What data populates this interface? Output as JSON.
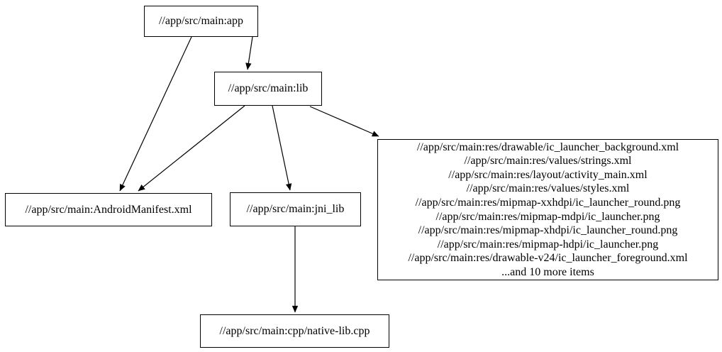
{
  "diagram": {
    "kind": "build-dependency-graph",
    "colors": {
      "background": "#ffffff",
      "node_fill": "#ffffff",
      "node_border": "#000000",
      "edge": "#000000",
      "text": "#000000"
    },
    "nodes": {
      "app": {
        "label": "//app/src/main:app"
      },
      "lib": {
        "label": "//app/src/main:lib"
      },
      "android_manifest": {
        "label": "//app/src/main:AndroidManifest.xml"
      },
      "jni_lib": {
        "label": "//app/src/main:jni_lib"
      },
      "resources": {
        "lines": [
          "//app/src/main:res/drawable/ic_launcher_background.xml",
          "//app/src/main:res/values/strings.xml",
          "//app/src/main:res/layout/activity_main.xml",
          "//app/src/main:res/values/styles.xml",
          "//app/src/main:res/mipmap-xxhdpi/ic_launcher_round.png",
          "//app/src/main:res/mipmap-mdpi/ic_launcher.png",
          "//app/src/main:res/mipmap-xhdpi/ic_launcher_round.png",
          "//app/src/main:res/mipmap-hdpi/ic_launcher.png",
          "//app/src/main:res/drawable-v24/ic_launcher_foreground.xml",
          "...and 10 more items"
        ]
      },
      "native_lib_cpp": {
        "label": "//app/src/main:cpp/native-lib.cpp"
      }
    },
    "edges": [
      {
        "from": "app",
        "to": "lib"
      },
      {
        "from": "app",
        "to": "android_manifest"
      },
      {
        "from": "lib",
        "to": "android_manifest"
      },
      {
        "from": "lib",
        "to": "jni_lib"
      },
      {
        "from": "lib",
        "to": "resources"
      },
      {
        "from": "jni_lib",
        "to": "native_lib_cpp"
      }
    ]
  }
}
